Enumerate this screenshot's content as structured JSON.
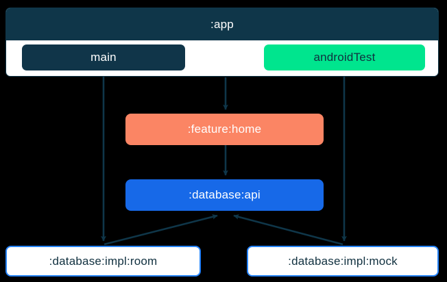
{
  "diagram": {
    "type": "module-dependency-graph",
    "background_color": "#000000",
    "edge_color": "#0F3649",
    "nodes": [
      {
        "id": "app",
        "label": ":app",
        "kind": "container",
        "fill": "#0F3649",
        "text_color": "#FFFFFF"
      },
      {
        "id": "main",
        "label": "main",
        "kind": "source-set",
        "fill": "#103549",
        "text_color": "#FFFFFF"
      },
      {
        "id": "androidTest",
        "label": "androidTest",
        "kind": "source-set",
        "fill": "#00E58E",
        "text_color": "#10303F"
      },
      {
        "id": "feature-home",
        "label": ":feature:home",
        "kind": "module",
        "fill": "#FB8564",
        "text_color": "#FFFFFF"
      },
      {
        "id": "database-api",
        "label": ":database:api",
        "kind": "module",
        "fill": "#1769E8",
        "text_color": "#FFFFFF"
      },
      {
        "id": "database-impl-room",
        "label": ":database:impl:room",
        "kind": "module",
        "fill": "#FFFFFF",
        "border": "#2684FF",
        "text_color": "#10303F"
      },
      {
        "id": "database-impl-mock",
        "label": ":database:impl:mock",
        "kind": "module",
        "fill": "#FFFFFF",
        "border": "#2684FF",
        "text_color": "#10303F"
      }
    ],
    "edges": [
      {
        "from": "main",
        "to": "database-impl-room"
      },
      {
        "from": "app",
        "to": "feature-home"
      },
      {
        "from": "androidTest",
        "to": "database-impl-mock"
      },
      {
        "from": "feature-home",
        "to": "database-api"
      },
      {
        "from": "database-impl-room",
        "to": "database-api"
      },
      {
        "from": "database-impl-mock",
        "to": "database-api"
      }
    ]
  }
}
